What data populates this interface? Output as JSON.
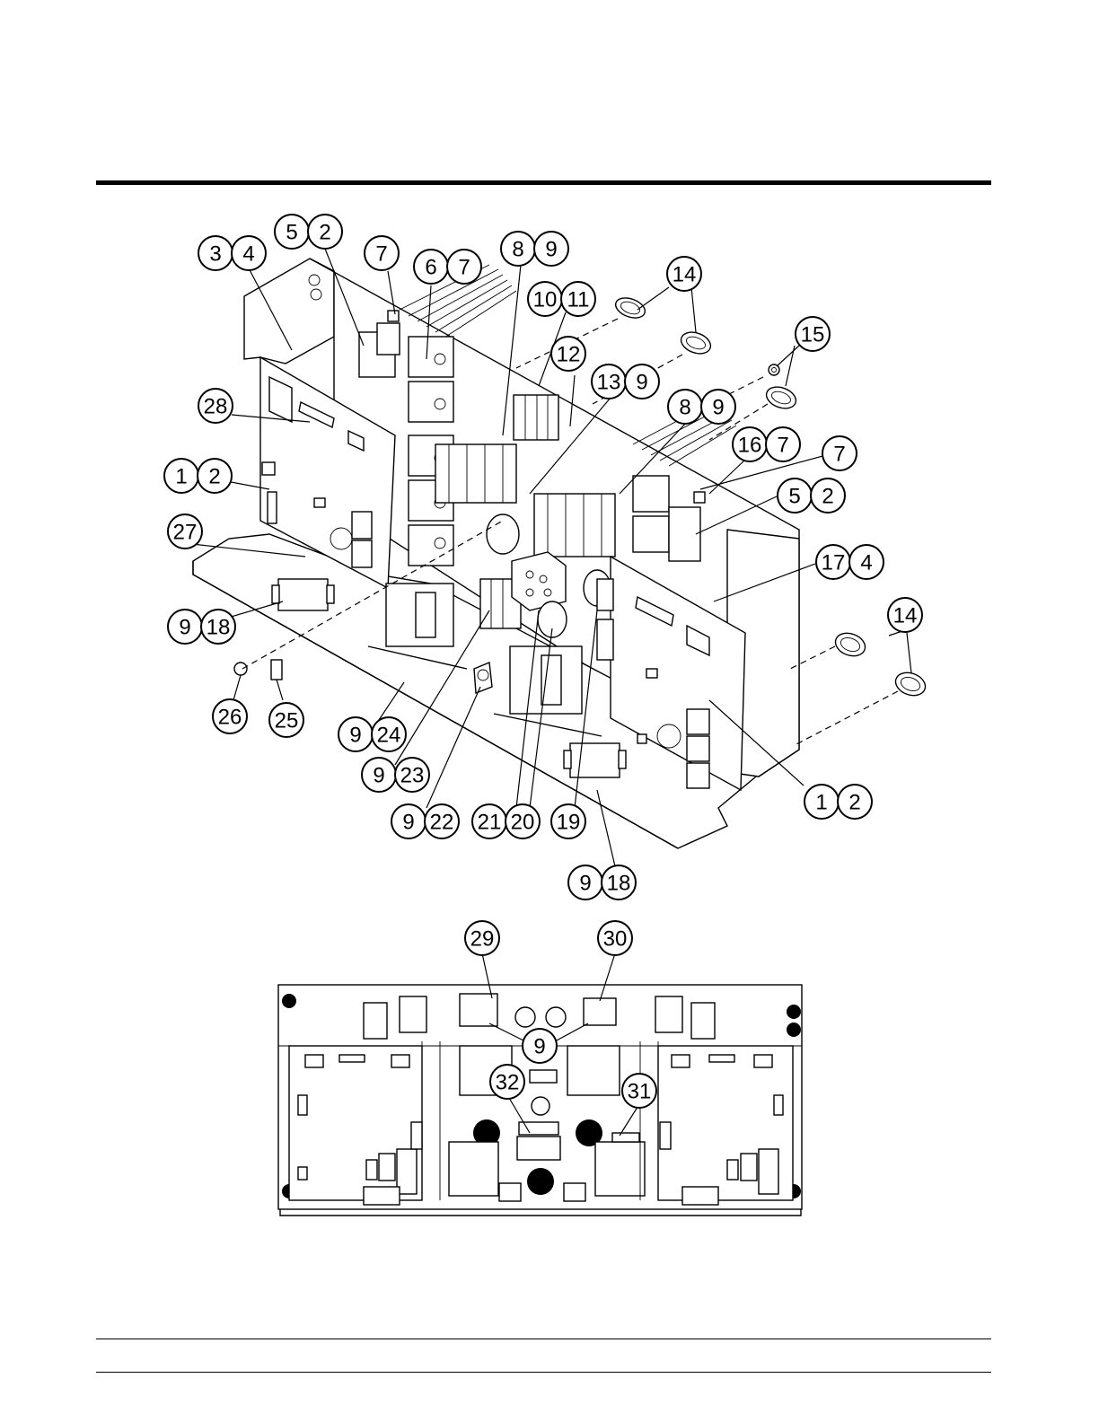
{
  "callouts": [
    {
      "id": "c-3",
      "label": "3"
    },
    {
      "id": "c-4",
      "label": "4"
    },
    {
      "id": "c-5",
      "label": "5"
    },
    {
      "id": "c-2a",
      "label": "2"
    },
    {
      "id": "c-7a",
      "label": "7"
    },
    {
      "id": "c-6",
      "label": "6"
    },
    {
      "id": "c-7b",
      "label": "7"
    },
    {
      "id": "c-8a",
      "label": "8"
    },
    {
      "id": "c-9a",
      "label": "9"
    },
    {
      "id": "c-10",
      "label": "10"
    },
    {
      "id": "c-11",
      "label": "11"
    },
    {
      "id": "c-14a",
      "label": "14"
    },
    {
      "id": "c-15",
      "label": "15"
    },
    {
      "id": "c-12",
      "label": "12"
    },
    {
      "id": "c-13",
      "label": "13"
    },
    {
      "id": "c-9b",
      "label": "9"
    },
    {
      "id": "c-8b",
      "label": "8"
    },
    {
      "id": "c-9c",
      "label": "9"
    },
    {
      "id": "c-28",
      "label": "28"
    },
    {
      "id": "c-16",
      "label": "16"
    },
    {
      "id": "c-7c",
      "label": "7"
    },
    {
      "id": "c-7d",
      "label": "7"
    },
    {
      "id": "c-1a",
      "label": "1"
    },
    {
      "id": "c-2b",
      "label": "2"
    },
    {
      "id": "c-5b",
      "label": "5"
    },
    {
      "id": "c-2c",
      "label": "2"
    },
    {
      "id": "c-27",
      "label": "27"
    },
    {
      "id": "c-17",
      "label": "17"
    },
    {
      "id": "c-4b",
      "label": "4"
    },
    {
      "id": "c-9d",
      "label": "9"
    },
    {
      "id": "c-18a",
      "label": "18"
    },
    {
      "id": "c-14b",
      "label": "14"
    },
    {
      "id": "c-26",
      "label": "26"
    },
    {
      "id": "c-25",
      "label": "25"
    },
    {
      "id": "c-9e",
      "label": "9"
    },
    {
      "id": "c-24",
      "label": "24"
    },
    {
      "id": "c-9f",
      "label": "9"
    },
    {
      "id": "c-23",
      "label": "23"
    },
    {
      "id": "c-1b",
      "label": "1"
    },
    {
      "id": "c-2d",
      "label": "2"
    },
    {
      "id": "c-9g",
      "label": "9"
    },
    {
      "id": "c-22",
      "label": "22"
    },
    {
      "id": "c-21",
      "label": "21"
    },
    {
      "id": "c-20",
      "label": "20"
    },
    {
      "id": "c-19",
      "label": "19"
    },
    {
      "id": "c-9h",
      "label": "9"
    },
    {
      "id": "c-18b",
      "label": "18"
    },
    {
      "id": "c-29",
      "label": "29"
    },
    {
      "id": "c-30",
      "label": "30"
    },
    {
      "id": "c-9i",
      "label": "9"
    },
    {
      "id": "c-32",
      "label": "32"
    },
    {
      "id": "c-31",
      "label": "31"
    }
  ]
}
